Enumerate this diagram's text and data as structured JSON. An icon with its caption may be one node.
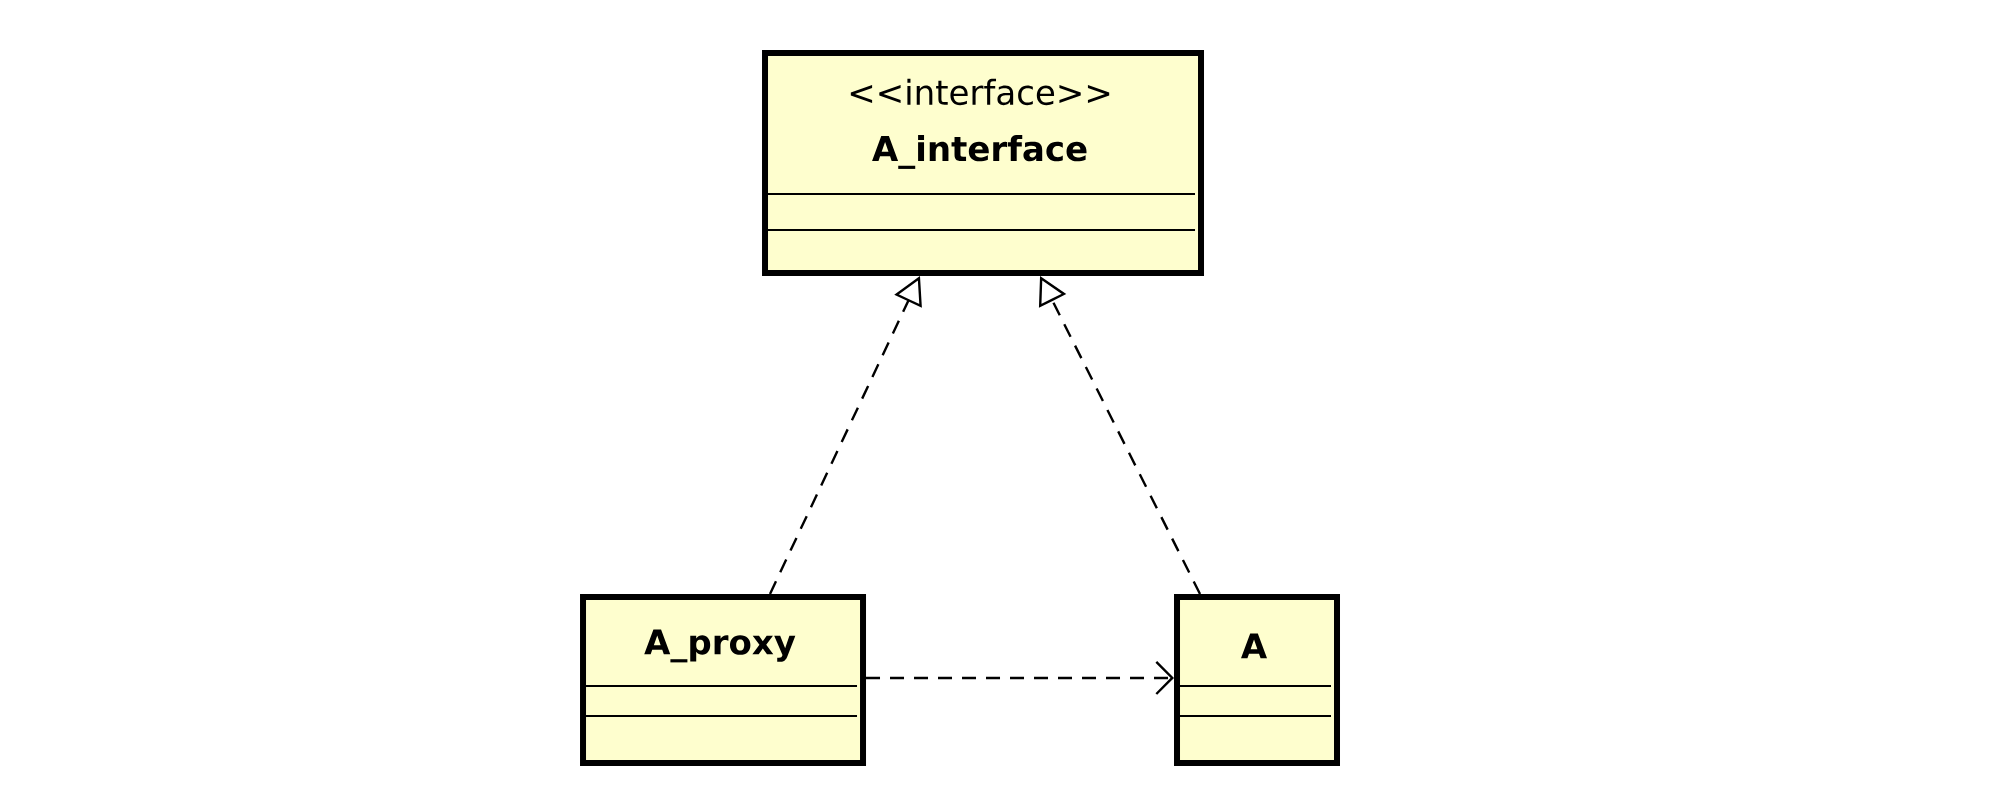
{
  "diagram": {
    "nodes": [
      {
        "text": [
          "<<interface>>",
          "A_interface"
        ]
      },
      {
        "text": [
          "A_proxy"
        ]
      },
      {
        "text": [
          "A"
        ]
      }
    ],
    "edges": [
      {
        "from": 1,
        "to": 0,
        "arrow": "to",
        "style": "dashed"
      },
      {
        "from": 2,
        "to": 0,
        "arrow": "to",
        "style": "dashed"
      },
      {
        "from": 1,
        "to": 2,
        "arrow": "to",
        "style": "dashed"
      }
    ]
  }
}
